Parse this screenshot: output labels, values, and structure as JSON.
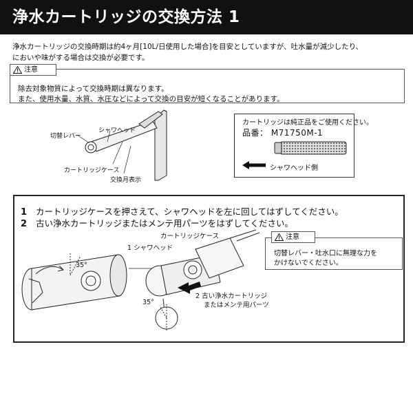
{
  "header": {
    "title": "浄水カートリッジの交換方法 1"
  },
  "intro": {
    "line1": "浄水カートリッジの交換時期は約4ヶ月[10L/日使用した場合]を目安としていますが、吐水量が減少したり、",
    "line2": "においや味がする場合は交換が必要です。"
  },
  "caution": {
    "tab_label": "注意",
    "line1": "除去対象物質によって交換時期は異なります。",
    "line2": "また、使用水量、水質、水圧などによって交換の目安が短くなることがあります。"
  },
  "faucet_labels": {
    "lever": "切替レバー",
    "shower_head": "シャワヘッド",
    "cartridge_case": "カートリッジケース",
    "month_display": "交換月表示"
  },
  "cartridge_info": {
    "line1": "カートリッジは純正品をご使用ください。",
    "model_prefix": "品番：",
    "model": "M71750M-1",
    "arrow_label": "シャワヘッド側"
  },
  "steps": [
    {
      "num": "1",
      "text": "カートリッジケースを押さえて、シャワヘッドを左に回してはずしてください。"
    },
    {
      "num": "2",
      "text": "古い浄水カートリッジまたはメンテ用パーツをはずしてください。"
    }
  ],
  "caution2": {
    "tab_label": "注意",
    "line1": "切替レバー・吐水口に無理な力を",
    "line2": "かけないでください。"
  },
  "illus_labels": {
    "cartridge_case": "カートリッジケース",
    "step1_shower": "1  シャワヘッド",
    "angle1": "35°",
    "angle2": "35°",
    "step2_line1": "2  古い浄水カートリッジ",
    "step2_line2": "またはメンテ用パーツ"
  }
}
